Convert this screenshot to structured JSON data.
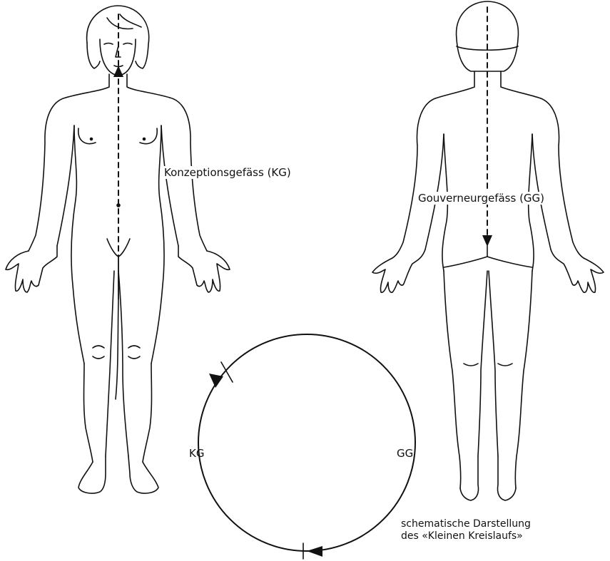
{
  "labels": {
    "front_vessel": "Konzeptionsgefäss (KG)",
    "back_vessel": "Gouverneurgefäss (GG)",
    "circle_left": "KG",
    "circle_right": "GG"
  },
  "caption": {
    "line1": "schematische Darstellung",
    "line2": "des «Kleinen Kreislaufs»"
  }
}
